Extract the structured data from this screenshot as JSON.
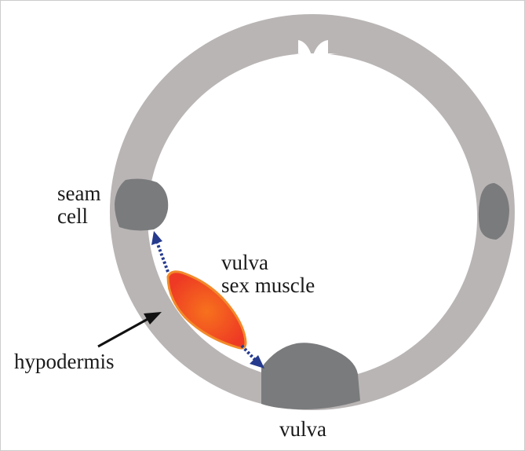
{
  "labels": {
    "seam_cell": [
      "seam",
      "cell"
    ],
    "vulva_sex_muscle": [
      "vulva",
      "sex muscle"
    ],
    "hypodermis": "hypodermis",
    "vulva": "vulva"
  },
  "colors": {
    "hypodermis_ring": "#bab5b5",
    "seam_cell_fill": "#7a7b7d",
    "vulva_fill": "#7a7b7d",
    "muscle_center": "#f7711d",
    "muscle_edge": "#ee3a24",
    "muscle_outline": "#f28a2a",
    "arrow_color": "#263b8e",
    "pointer_color": "#111111",
    "border_color": "#cccccc"
  },
  "icons": {
    "seam_arrow": "dashed-arrow-up-left",
    "vulva_arrow": "dashed-arrow-down-right",
    "pointer": "solid-arrow-up-right"
  }
}
